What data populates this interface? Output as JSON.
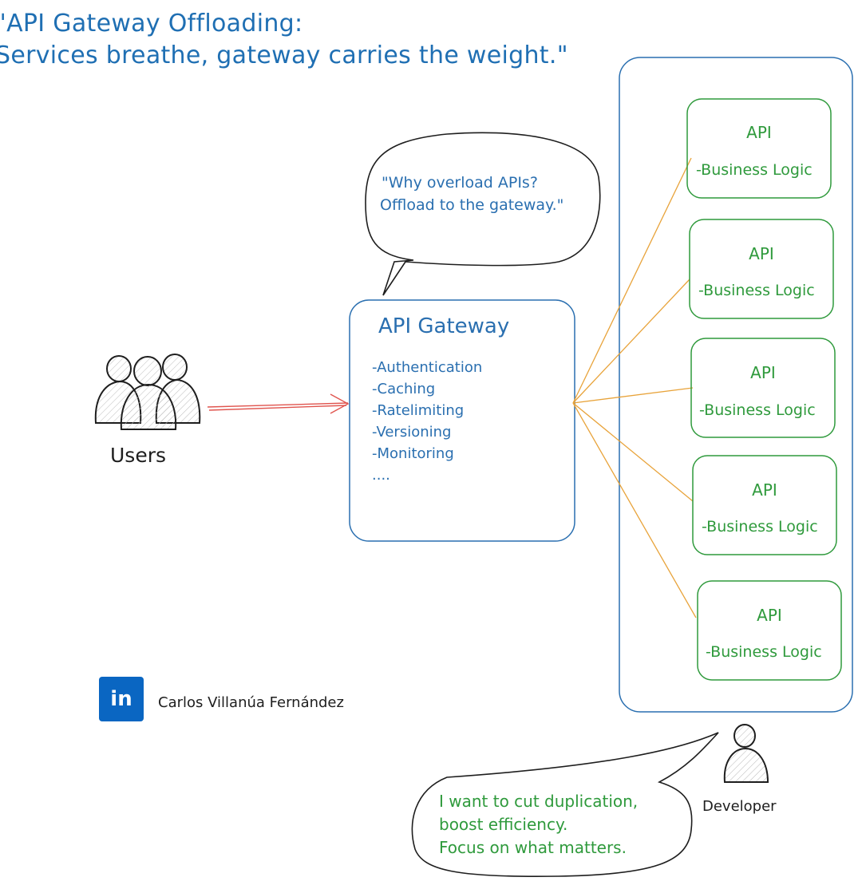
{
  "title": {
    "line1": "\"API Gateway Offloading:",
    "line2": "Services breathe, gateway carries the weight.\""
  },
  "gateway_bubble": {
    "line1": "\"Why overload APIs?",
    "line2": "Offload to the gateway.\""
  },
  "gateway": {
    "title": "API Gateway",
    "features": [
      "-Authentication",
      "-Caching",
      "-Ratelimiting",
      "-Versioning",
      "-Monitoring",
      "...."
    ]
  },
  "users": {
    "label": "Users"
  },
  "apis": [
    {
      "title": "API",
      "logic": "-Business Logic"
    },
    {
      "title": "API",
      "logic": "-Business Logic"
    },
    {
      "title": "API",
      "logic": "-Business Logic"
    },
    {
      "title": "API",
      "logic": "-Business Logic"
    },
    {
      "title": "API",
      "logic": "-Business Logic"
    }
  ],
  "author": {
    "logo": "in",
    "name": "Carlos Villanúa Fernández"
  },
  "developer": {
    "label": "Developer",
    "quote_line1": "I want to cut duplication,",
    "quote_line2": "boost efficiency.",
    "quote_line3": "Focus on what matters."
  },
  "colors": {
    "title_blue": "#1f6fb3",
    "gateway_blue": "#2a6fb0",
    "api_green": "#2f9a3c",
    "arrow_red": "#e0554f",
    "connector_orange": "#e8a33a",
    "linkedin_blue": "#0a66c2"
  }
}
